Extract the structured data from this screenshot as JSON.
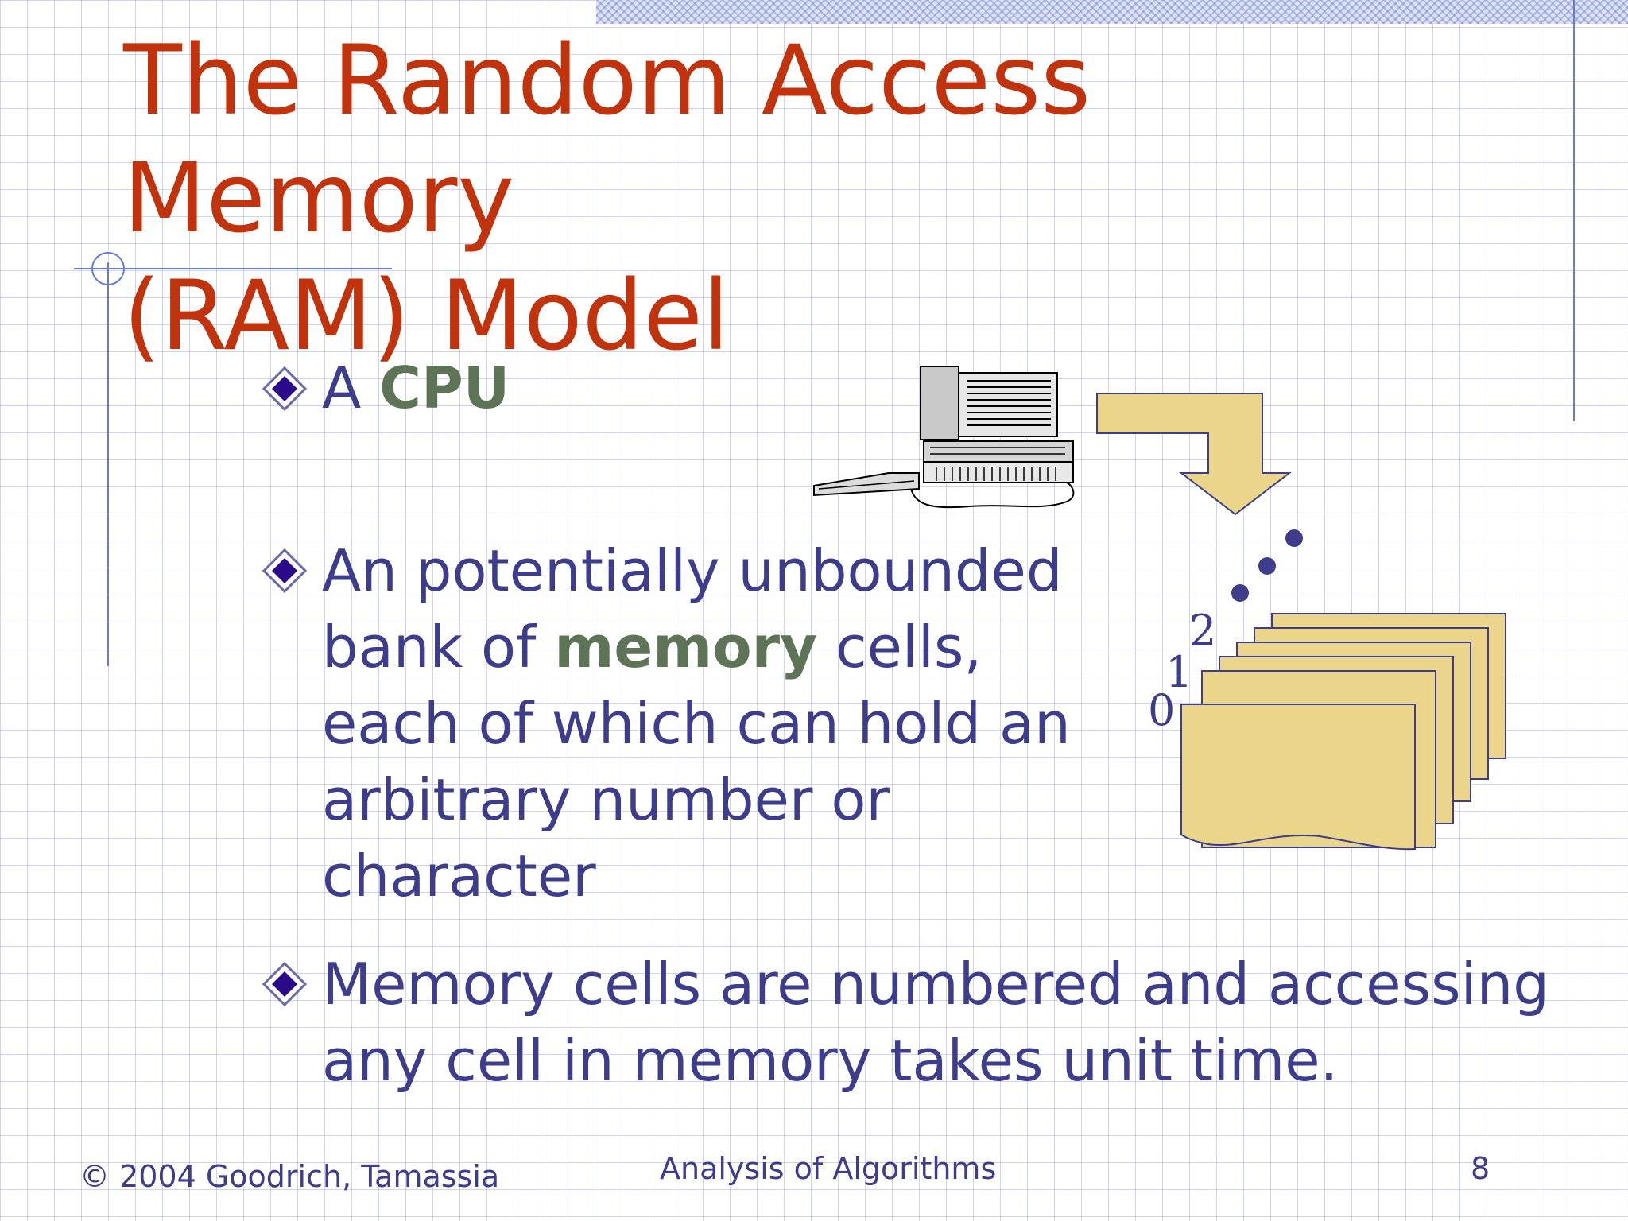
{
  "slide": {
    "title_line1": "The Random Access Memory",
    "title_line2": "(RAM) Model"
  },
  "bullets": [
    {
      "pre": "A ",
      "highlight": "CPU",
      "post": ""
    },
    {
      "line1_pre": "An potentially unbounded",
      "line2_pre": "bank of ",
      "highlight": "memory",
      "line2_post": " cells,",
      "line3": "each of which can hold an",
      "line4": "arbitrary number or",
      "line5": "character"
    },
    {
      "line1": "Memory cells are numbered and accessing",
      "line2": "any cell in memory takes unit time."
    }
  ],
  "memory_labels": [
    "0",
    "1",
    "2"
  ],
  "footer": {
    "copyright": "© 2004 Goodrich, Tamassia",
    "course": "Analysis of Algorithms",
    "page": "8"
  },
  "colors": {
    "title": "#c0330c",
    "body_text": "#3d3d8c",
    "highlight": "#5e7456",
    "memory_cell": "#ead58a",
    "bullet_diamond": "#2a0a8a"
  }
}
